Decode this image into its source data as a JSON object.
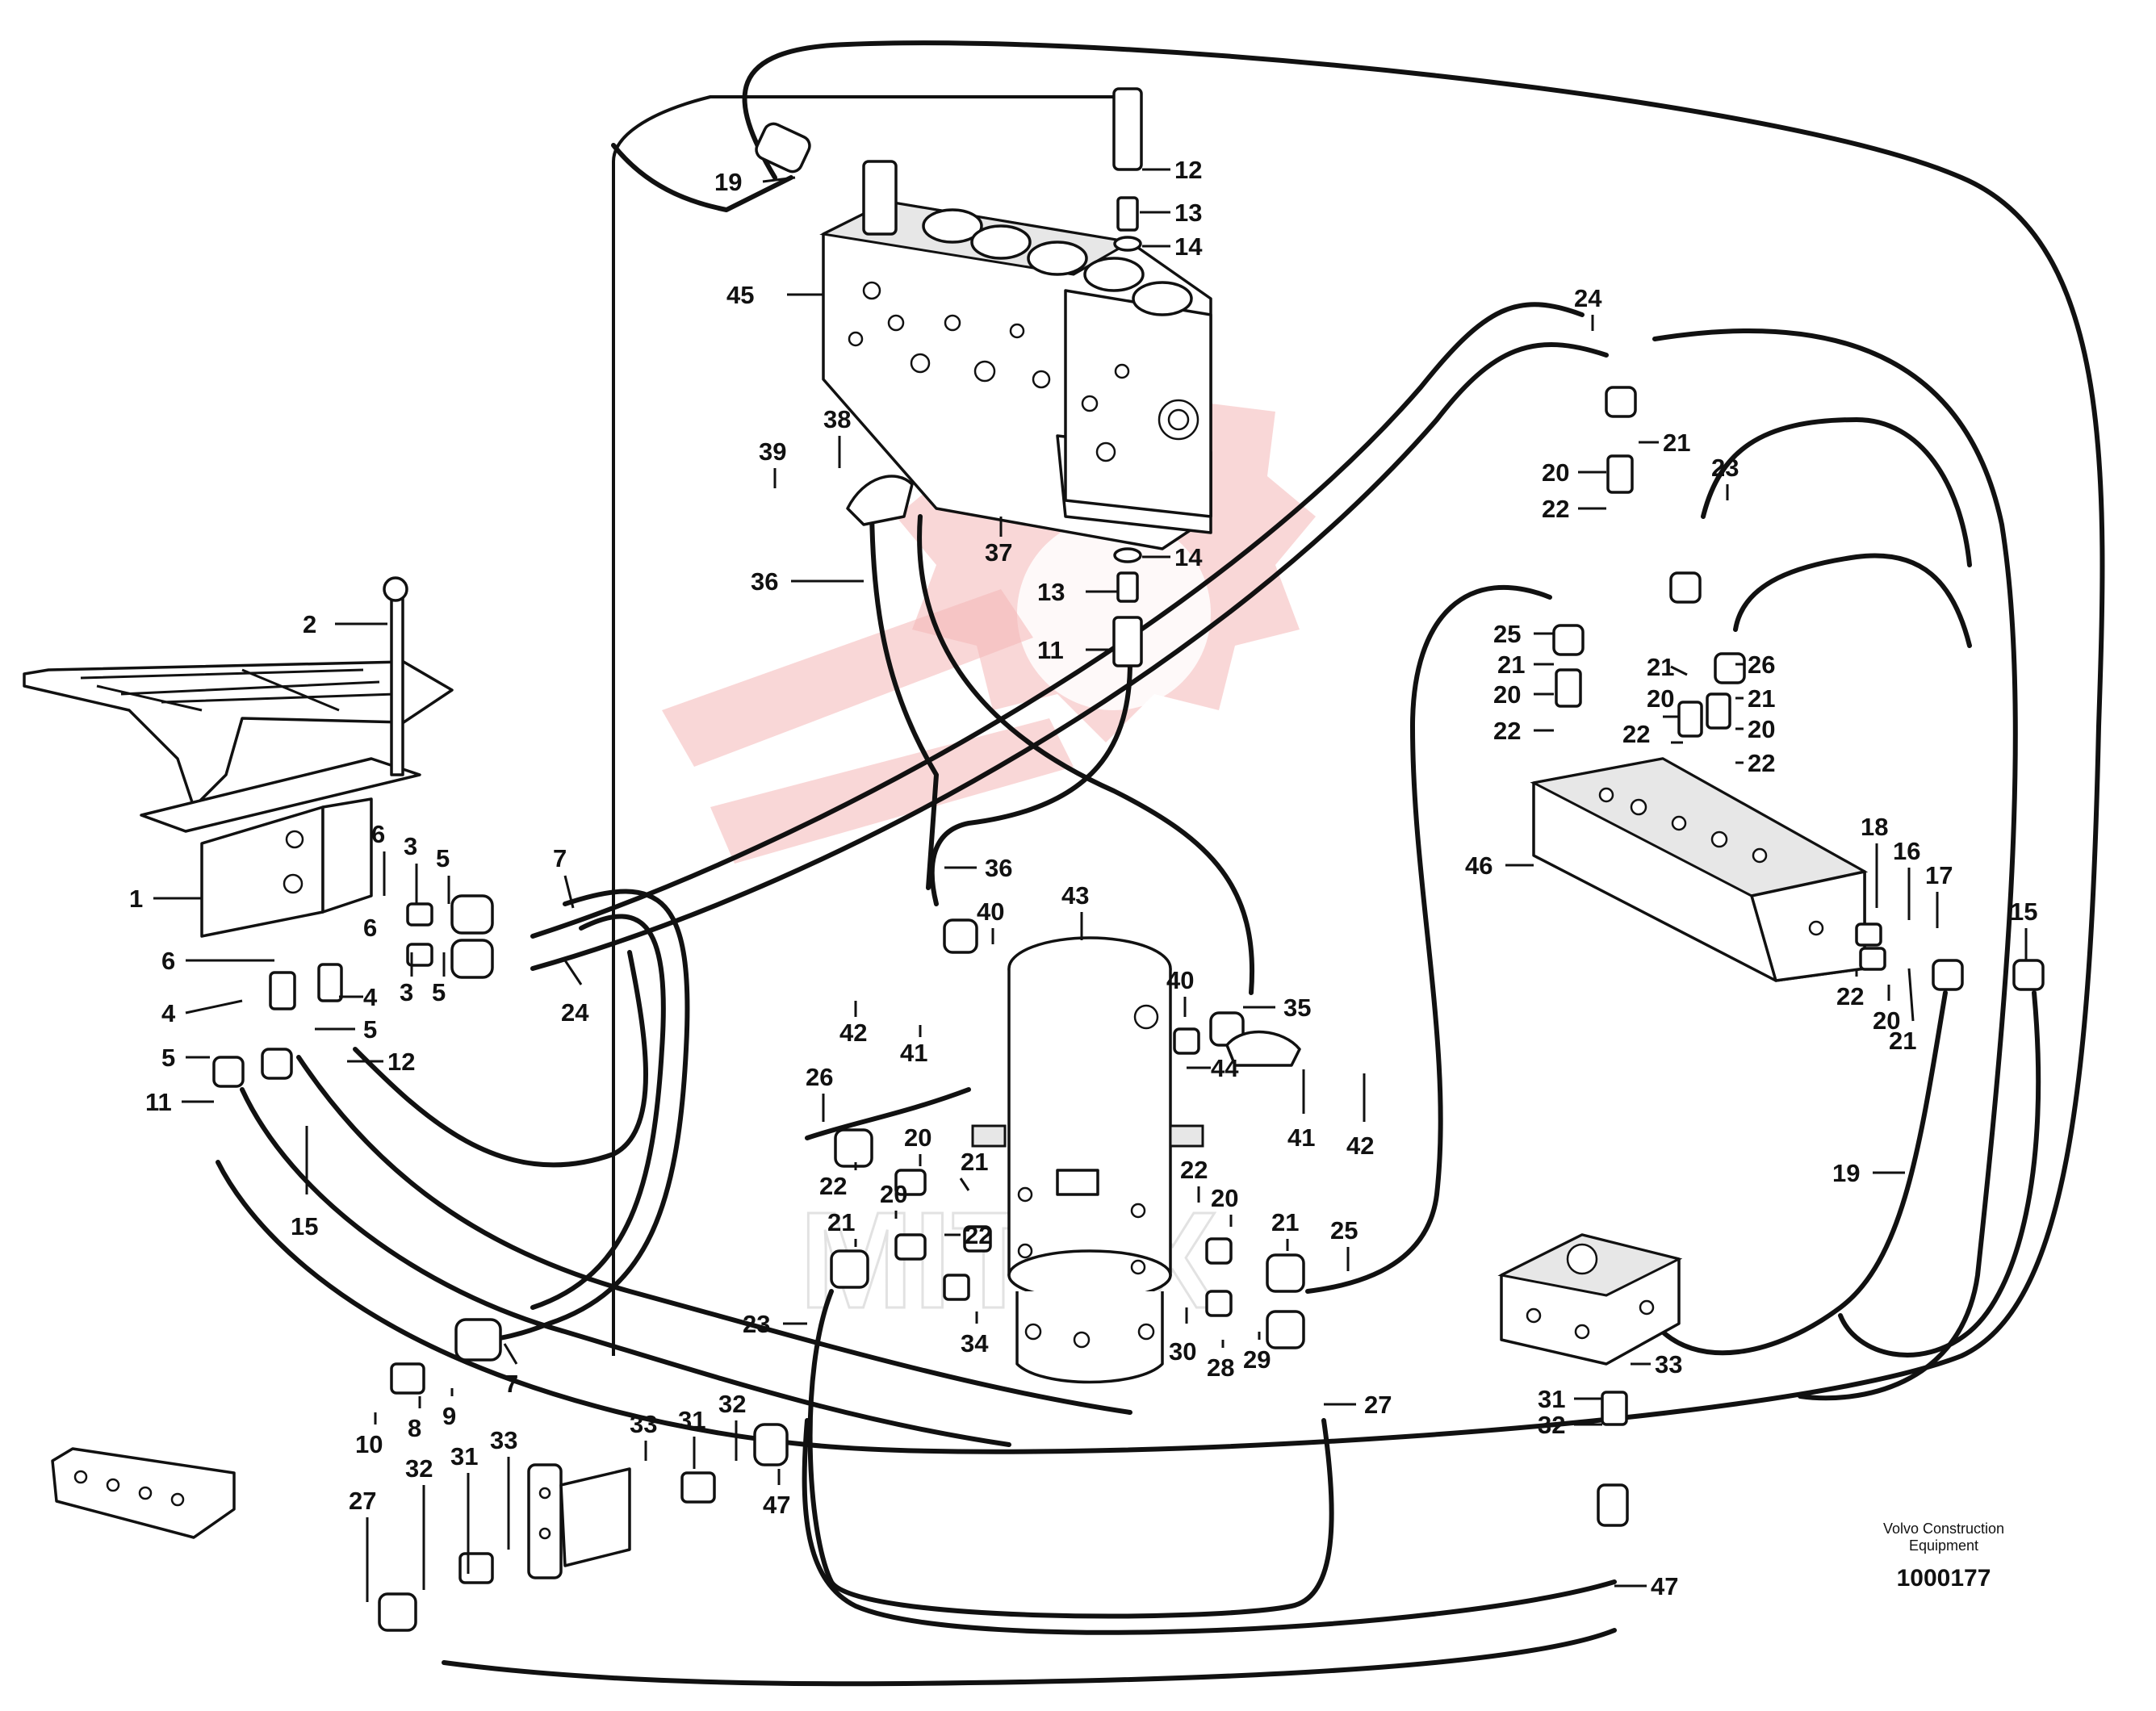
{
  "diagram": {
    "manufacturer_note_line1": "Volvo Construction",
    "manufacturer_note_line2": "Equipment",
    "drawing_number": "1000177",
    "watermark_text": "MITEX",
    "callouts": [
      {
        "id": "c1",
        "label": "1"
      },
      {
        "id": "c2",
        "label": "2"
      },
      {
        "id": "c3a",
        "label": "3"
      },
      {
        "id": "c3b",
        "label": "3"
      },
      {
        "id": "c4a",
        "label": "4"
      },
      {
        "id": "c4b",
        "label": "4"
      },
      {
        "id": "c5a",
        "label": "5"
      },
      {
        "id": "c5b",
        "label": "5"
      },
      {
        "id": "c5c",
        "label": "5"
      },
      {
        "id": "c5d",
        "label": "5"
      },
      {
        "id": "c6a",
        "label": "6"
      },
      {
        "id": "c6b",
        "label": "6"
      },
      {
        "id": "c6c",
        "label": "6"
      },
      {
        "id": "c7a",
        "label": "7"
      },
      {
        "id": "c7b",
        "label": "7"
      },
      {
        "id": "c8",
        "label": "8"
      },
      {
        "id": "c9",
        "label": "9"
      },
      {
        "id": "c10",
        "label": "10"
      },
      {
        "id": "c11a",
        "label": "11"
      },
      {
        "id": "c11b",
        "label": "11"
      },
      {
        "id": "c12a",
        "label": "12"
      },
      {
        "id": "c12b",
        "label": "12"
      },
      {
        "id": "c13a",
        "label": "13"
      },
      {
        "id": "c13b",
        "label": "13"
      },
      {
        "id": "c14a",
        "label": "14"
      },
      {
        "id": "c14b",
        "label": "14"
      },
      {
        "id": "c15a",
        "label": "15"
      },
      {
        "id": "c15b",
        "label": "15"
      },
      {
        "id": "c16",
        "label": "16"
      },
      {
        "id": "c17",
        "label": "17"
      },
      {
        "id": "c18",
        "label": "18"
      },
      {
        "id": "c19a",
        "label": "19"
      },
      {
        "id": "c19b",
        "label": "19"
      },
      {
        "id": "c20a",
        "label": "20"
      },
      {
        "id": "c20b",
        "label": "20"
      },
      {
        "id": "c20c",
        "label": "20"
      },
      {
        "id": "c20d",
        "label": "20"
      },
      {
        "id": "c20e",
        "label": "20"
      },
      {
        "id": "c20f",
        "label": "20"
      },
      {
        "id": "c20g",
        "label": "20"
      },
      {
        "id": "c20h",
        "label": "20"
      },
      {
        "id": "c21a",
        "label": "21"
      },
      {
        "id": "c21b",
        "label": "21"
      },
      {
        "id": "c21c",
        "label": "21"
      },
      {
        "id": "c21d",
        "label": "21"
      },
      {
        "id": "c21e",
        "label": "21"
      },
      {
        "id": "c21f",
        "label": "21"
      },
      {
        "id": "c21g",
        "label": "21"
      },
      {
        "id": "c21h",
        "label": "21"
      },
      {
        "id": "c22a",
        "label": "22"
      },
      {
        "id": "c22b",
        "label": "22"
      },
      {
        "id": "c22c",
        "label": "22"
      },
      {
        "id": "c22d",
        "label": "22"
      },
      {
        "id": "c22e",
        "label": "22"
      },
      {
        "id": "c22f",
        "label": "22"
      },
      {
        "id": "c22g",
        "label": "22"
      },
      {
        "id": "c22h",
        "label": "22"
      },
      {
        "id": "c23a",
        "label": "23"
      },
      {
        "id": "c23b",
        "label": "23"
      },
      {
        "id": "c24a",
        "label": "24"
      },
      {
        "id": "c24b",
        "label": "24"
      },
      {
        "id": "c25a",
        "label": "25"
      },
      {
        "id": "c25b",
        "label": "25"
      },
      {
        "id": "c26a",
        "label": "26"
      },
      {
        "id": "c26b",
        "label": "26"
      },
      {
        "id": "c27a",
        "label": "27"
      },
      {
        "id": "c27b",
        "label": "27"
      },
      {
        "id": "c28",
        "label": "28"
      },
      {
        "id": "c29",
        "label": "29"
      },
      {
        "id": "c30",
        "label": "30"
      },
      {
        "id": "c31a",
        "label": "31"
      },
      {
        "id": "c31b",
        "label": "31"
      },
      {
        "id": "c31c",
        "label": "31"
      },
      {
        "id": "c32a",
        "label": "32"
      },
      {
        "id": "c32b",
        "label": "32"
      },
      {
        "id": "c32c",
        "label": "32"
      },
      {
        "id": "c33a",
        "label": "33"
      },
      {
        "id": "c33b",
        "label": "33"
      },
      {
        "id": "c33c",
        "label": "33"
      },
      {
        "id": "c34",
        "label": "34"
      },
      {
        "id": "c35",
        "label": "35"
      },
      {
        "id": "c36a",
        "label": "36"
      },
      {
        "id": "c36b",
        "label": "36"
      },
      {
        "id": "c37",
        "label": "37"
      },
      {
        "id": "c38",
        "label": "38"
      },
      {
        "id": "c39",
        "label": "39"
      },
      {
        "id": "c40a",
        "label": "40"
      },
      {
        "id": "c40b",
        "label": "40"
      },
      {
        "id": "c41a",
        "label": "41"
      },
      {
        "id": "c41b",
        "label": "41"
      },
      {
        "id": "c42a",
        "label": "42"
      },
      {
        "id": "c42b",
        "label": "42"
      },
      {
        "id": "c43",
        "label": "43"
      },
      {
        "id": "c44",
        "label": "44"
      },
      {
        "id": "c45",
        "label": "45"
      },
      {
        "id": "c46",
        "label": "46"
      },
      {
        "id": "c47a",
        "label": "47"
      },
      {
        "id": "c47b",
        "label": "47"
      }
    ]
  }
}
